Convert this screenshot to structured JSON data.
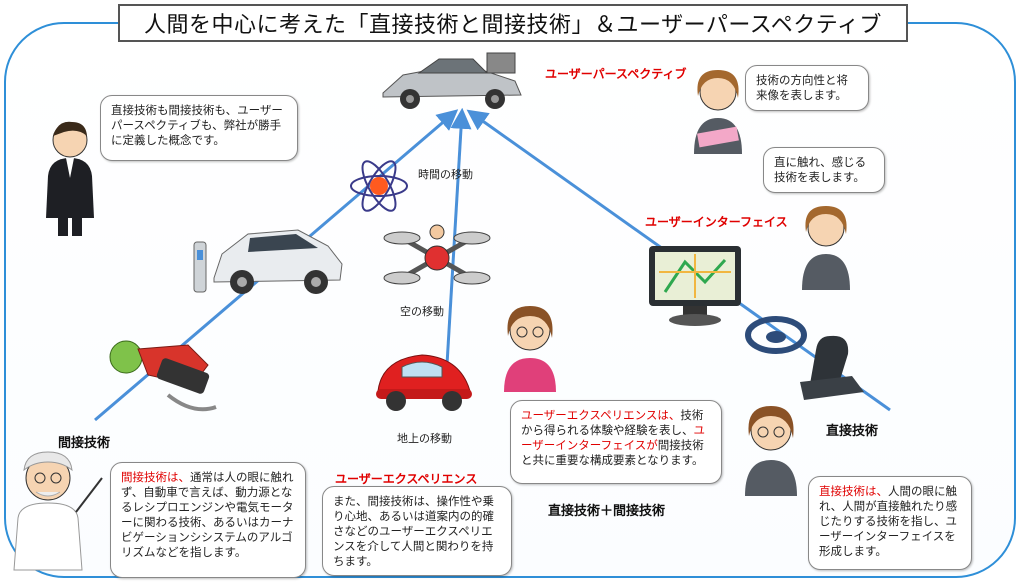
{
  "title": "人間を中心に考えた「直接技術と間接技術」＆ユーザーパースペクティブ",
  "labels": {
    "time_move": "時間の移動",
    "sky_move": "空の移動",
    "ground_move": "地上の移動",
    "indirect_tech": "間接技術",
    "direct_tech": "直接技術",
    "direct_plus_indirect": "直接技術＋間接技術",
    "user_perspective": "ユーザーパースペクティブ",
    "user_interface": "ユーザーインターフェイス",
    "user_experience": "ユーザーエクスペリエンス"
  },
  "bubbles": {
    "top_left": "直接技術も間接技術も、ユーザーパースペクティブも、弊社が勝手に定義した概念です。",
    "perspective": "技術の方向性と将来像を表します。",
    "interface": "直に触れ、感じる技術を表します。",
    "ux_red": "ユーザーエクスペリエンスは、",
    "ux_mid": "技術から得られる体験や経験を表し、",
    "ux_red2": "ユーザーインターフェイスが",
    "ux_end": "間接技術と共に重要な構成要素となります。",
    "indirect_red": "間接技術は、",
    "indirect_body": "通常は人の眼に触れず、自動車で言えば、動力源となるレシプロエンジンや電気モーターに関わる技術、あるいはカーナビゲーションシシステムのアルゴリズムなどを指します。",
    "bottom_mid": "また、間接技術は、操作性や乗り心地、あるいは道案内の的確さなどのユーザーエクスペリエンスを介して人間と関わりを持ちます。",
    "direct_red": "直接技術は、",
    "direct_body": "人間の眼に触れ、人間が直接触れたり感じたりする技術を指し、ユーザーインターフェイスを形成します。"
  },
  "icons": [
    "delorean-car-icon",
    "atom-icon",
    "drone-icon",
    "electric-car-icon",
    "charger-icon",
    "engine-piston-icon",
    "beetle-car-icon",
    "navigation-screen-icon",
    "steering-wheel-icon",
    "car-seat-icon",
    "teacher-man-icon",
    "professor-icon",
    "businesswoman-icon"
  ],
  "colors": {
    "frame": "#2e8fd8",
    "arrow": "#4a90d9",
    "red": "#e00000"
  }
}
